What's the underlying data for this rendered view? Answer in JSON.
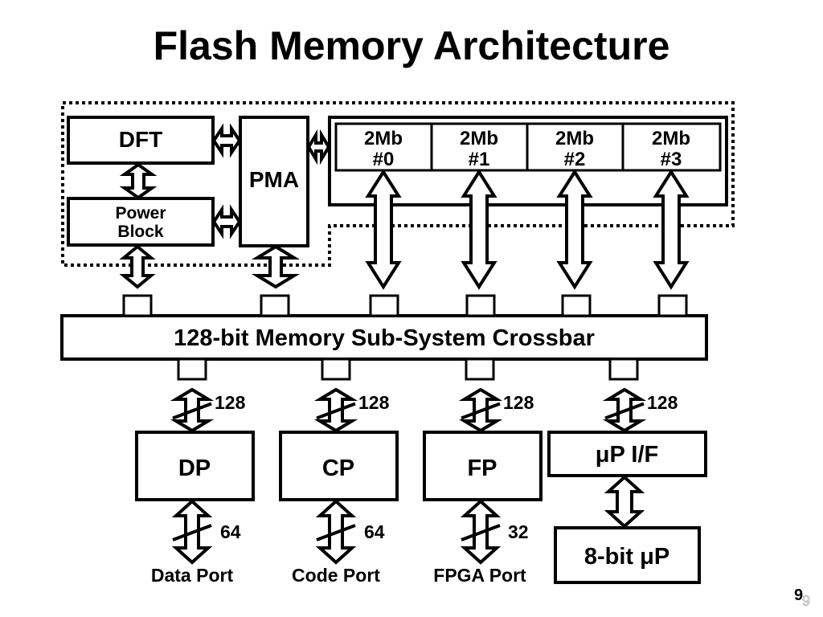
{
  "title": "Flash Memory Architecture",
  "blocks": {
    "dft": "DFT",
    "power_block_line1": "Power",
    "power_block_line2": "Block",
    "pma": "PMA",
    "memory_banks": [
      {
        "size": "2Mb",
        "id": "#0"
      },
      {
        "size": "2Mb",
        "id": "#1"
      },
      {
        "size": "2Mb",
        "id": "#2"
      },
      {
        "size": "2Mb",
        "id": "#3"
      }
    ],
    "crossbar": "128-bit Memory Sub-System Crossbar",
    "dp": "DP",
    "cp": "CP",
    "fp": "FP",
    "up_if": "μP I/F",
    "up8": "8-bit μP"
  },
  "bus_widths": {
    "dp_crossbar": "128",
    "cp_crossbar": "128",
    "fp_crossbar": "128",
    "upif_crossbar": "128",
    "data_port": "64",
    "code_port": "64",
    "fpga_port": "32"
  },
  "ports": {
    "data": "Data Port",
    "code": "Code Port",
    "fpga": "FPGA Port"
  },
  "page_number": "9"
}
